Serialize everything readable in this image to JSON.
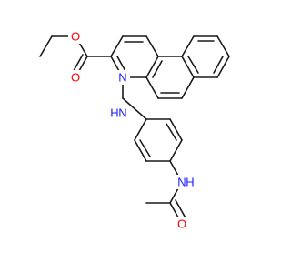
{
  "molecule": {
    "colors": {
      "bond": "#1a1a1a",
      "carbon": "#1a1a1a",
      "nitrogen": "#2020ff",
      "oxygen": "#ff0000"
    },
    "atoms": {
      "n_ring": "N",
      "nh_amine": "H",
      "n_amine": "N",
      "nh_amide": "H",
      "n_amide": "N",
      "o_ester_carbonyl": "O",
      "o_ester_ether": "O",
      "o_amide_carbonyl": "O"
    }
  }
}
